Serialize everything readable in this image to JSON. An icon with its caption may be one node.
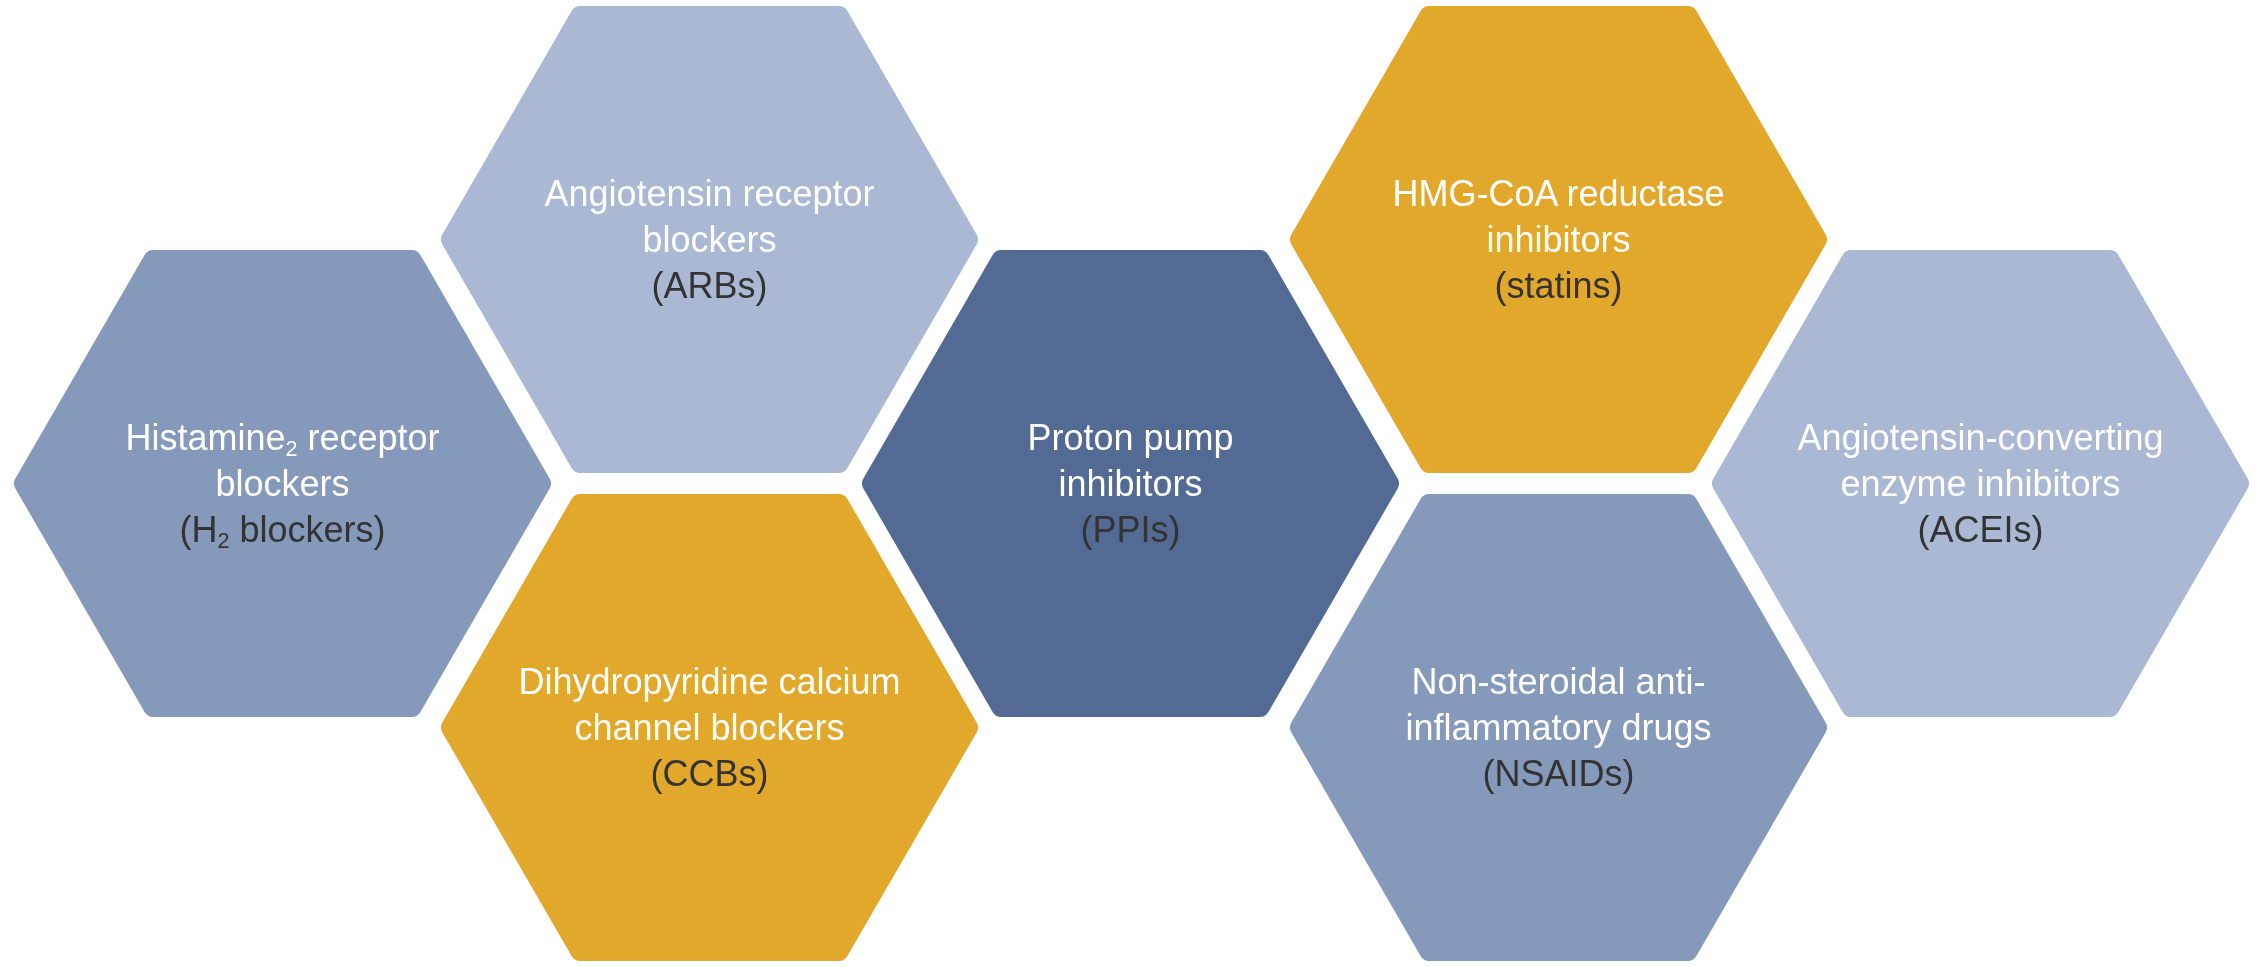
{
  "diagram": {
    "nodes": [
      {
        "text": [
          "Histamine$_{2}$ receptor blockers",
          "(H$_{2}$ blockers)"
        ]
      },
      {
        "text": [
          "Angiotensin receptor blockers",
          "(ARBs)"
        ]
      },
      {
        "text": [
          "Dihydropyridine calcium channel blockers",
          "(CCBs)"
        ]
      },
      {
        "text": [
          "Proton pump inhibitors",
          "(PPIs)"
        ]
      },
      {
        "text": [
          "HMG-CoA reductase inhibitors",
          "(statins)"
        ]
      },
      {
        "text": [
          "Non-steroidal anti-inflammatory drugs",
          "(NSAIDs)"
        ]
      },
      {
        "text": [
          "Angiotensin-converting enzyme inhibitors",
          "(ACEIs)"
        ]
      }
    ]
  }
}
